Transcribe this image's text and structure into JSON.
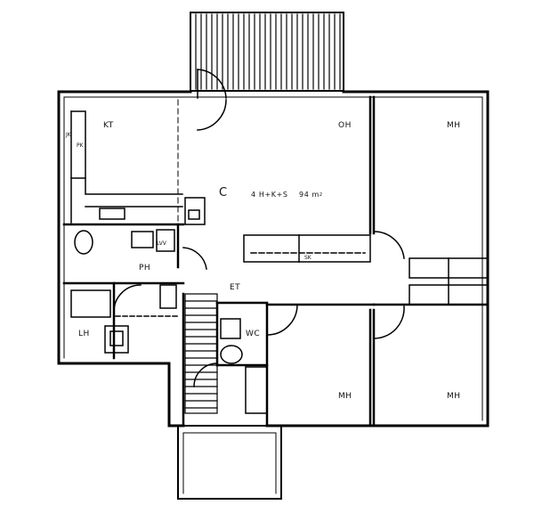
{
  "plan": {
    "unit_code": "C",
    "unit_summary": "4 H+K+S",
    "unit_area": "94 m",
    "unit_area_sup": "2",
    "rooms": {
      "kitchen": "KT",
      "living_room": "OH",
      "bedroom_top_right": "MH",
      "bathroom": "PH",
      "utility_room": "LH",
      "hall": "ET",
      "toilet": "WC",
      "bedroom_bottom_middle": "MH",
      "bedroom_bottom_right": "MH"
    },
    "fixtures": {
      "laundry_cabinet": "LVV",
      "sauna_stove": "SK",
      "kitchen_mark_1": "JK",
      "kitchen_mark_2": "PK"
    }
  }
}
